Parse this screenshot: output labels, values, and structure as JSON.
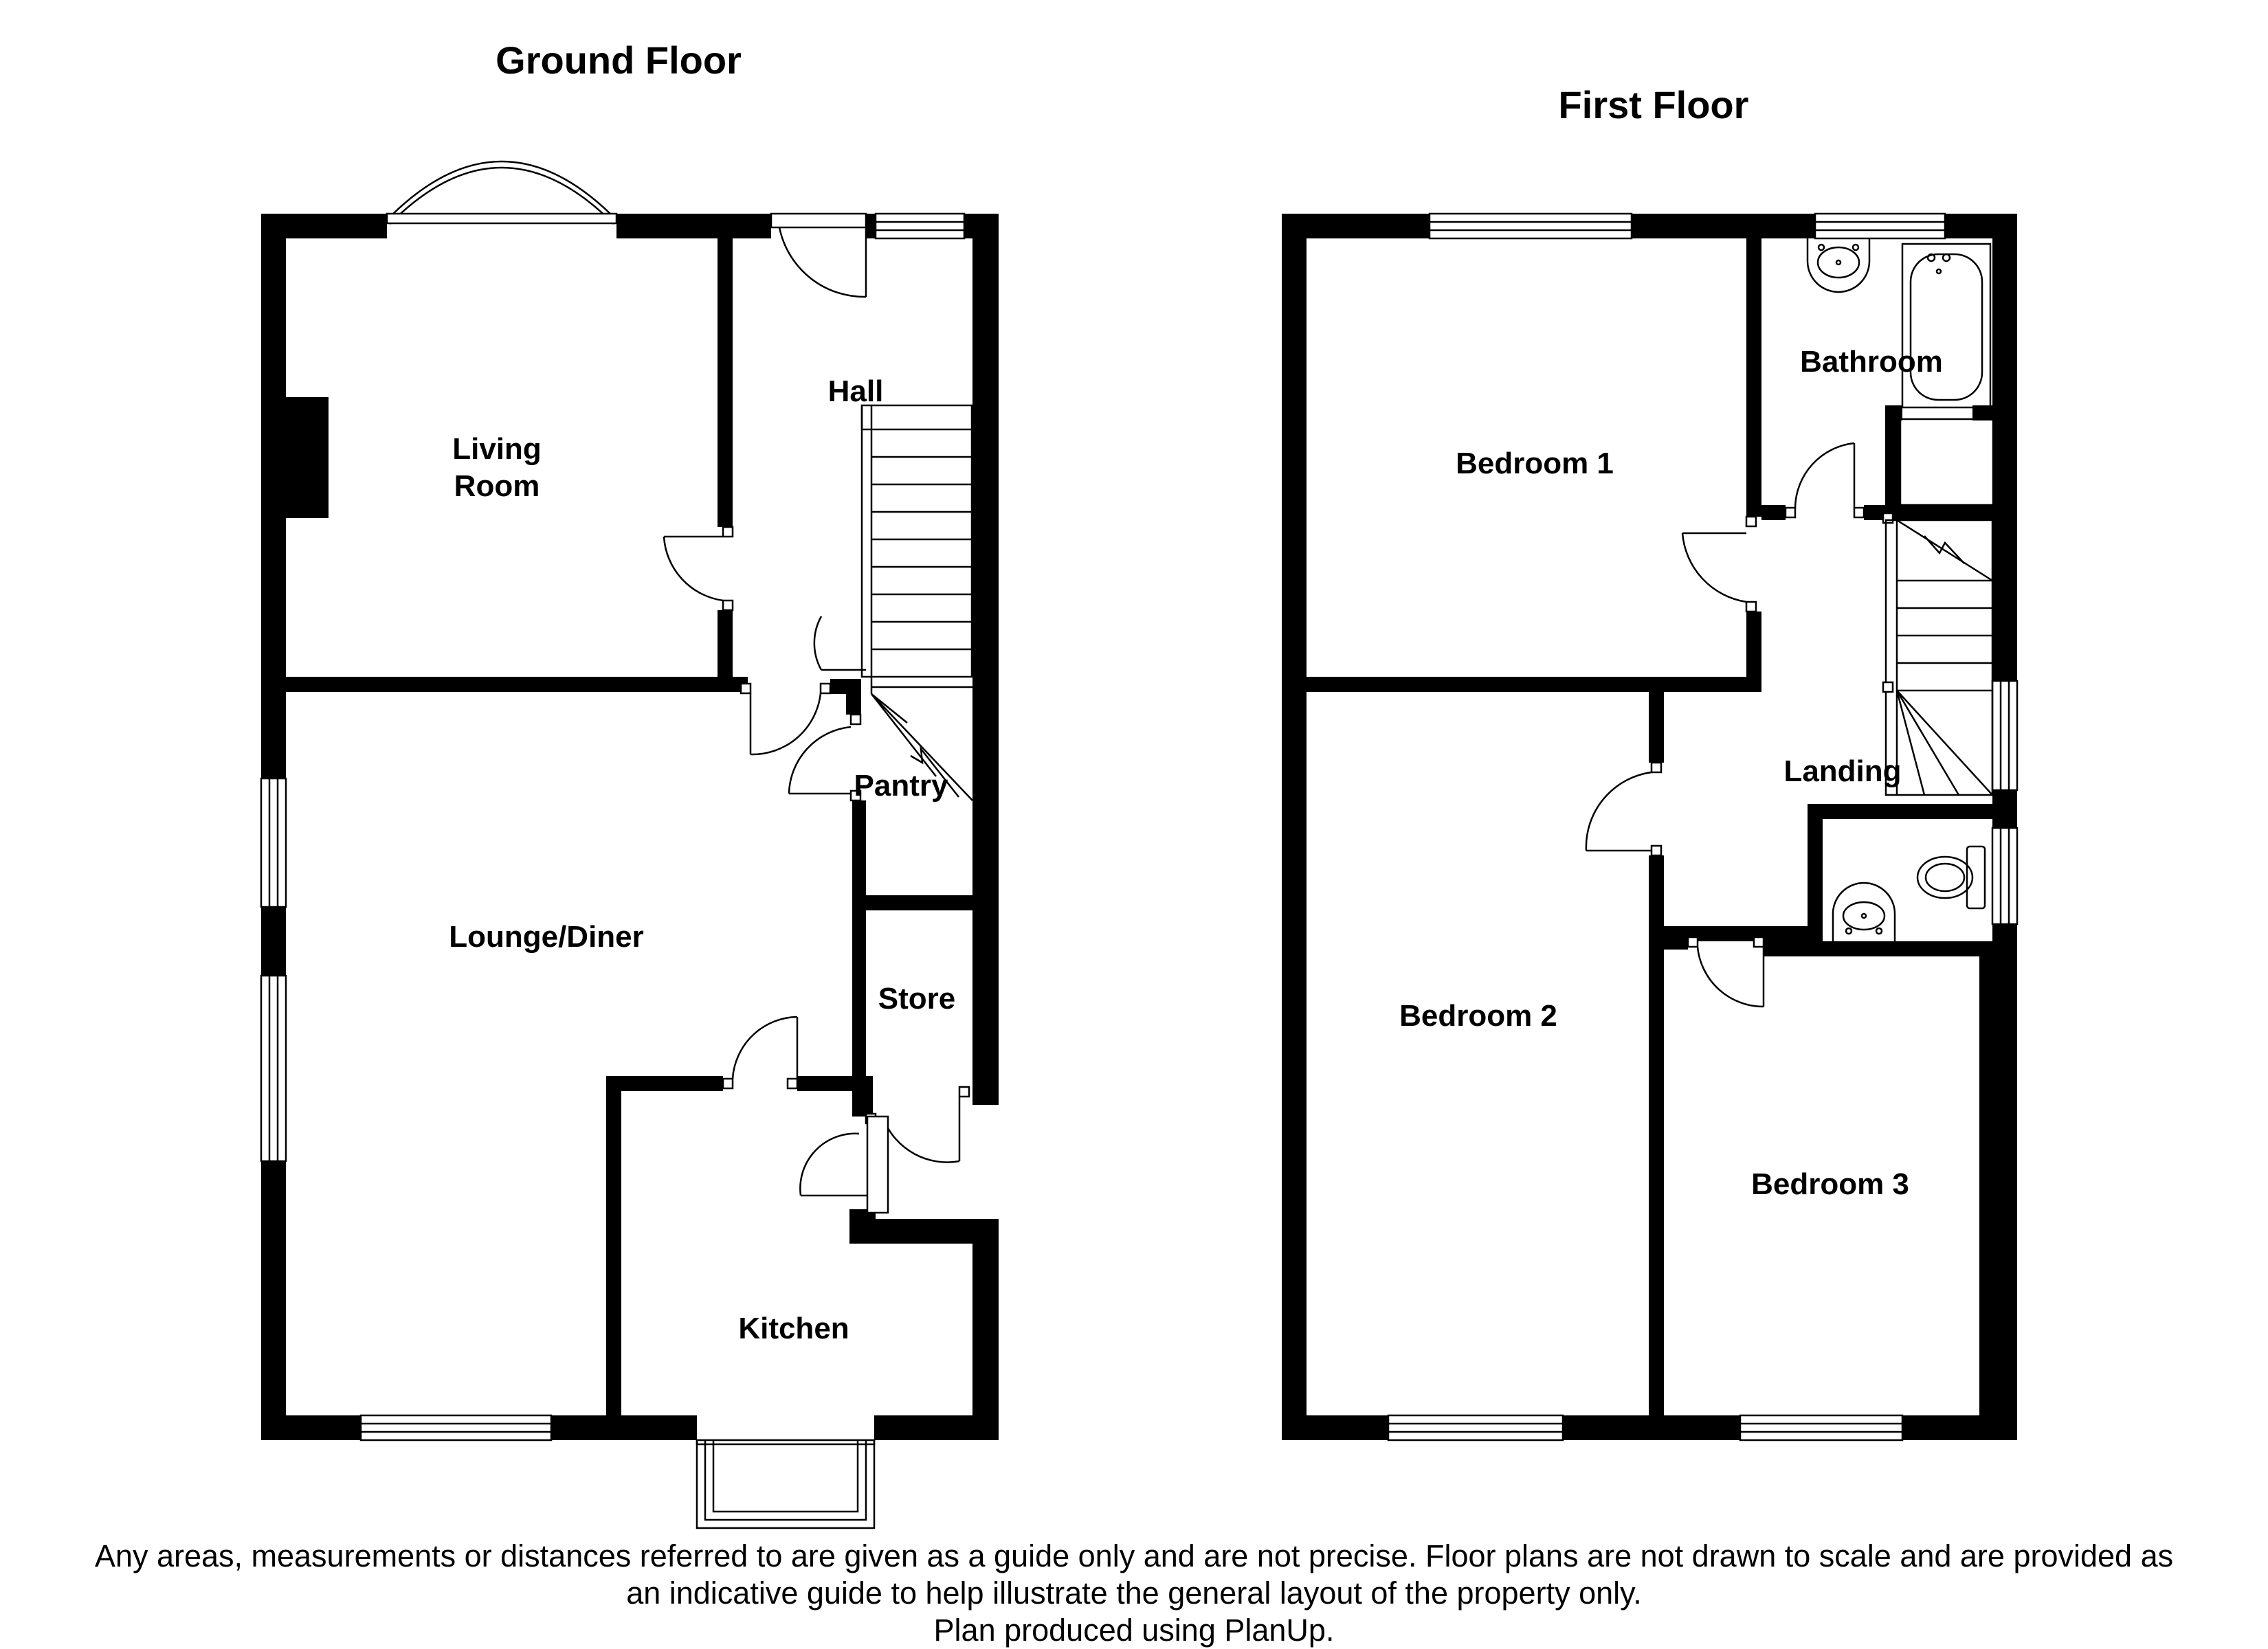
{
  "ground_floor": {
    "title": "Ground Floor",
    "rooms": {
      "living_room": [
        "Living",
        "Room"
      ],
      "hall": "Hall",
      "pantry": "Pantry",
      "lounge_diner": "Lounge/Diner",
      "store": "Store",
      "kitchen": "Kitchen"
    }
  },
  "first_floor": {
    "title": "First Floor",
    "rooms": {
      "bedroom_1": "Bedroom 1",
      "bathroom": "Bathroom",
      "landing": "Landing",
      "bedroom_2": "Bedroom 2",
      "bedroom_3": "Bedroom 3"
    }
  },
  "disclaimer": {
    "line1": "Any areas, measurements or distances referred to are given as a guide only and are not precise. Floor plans are not drawn to scale and are provided as",
    "line2": "an indicative guide to help illustrate the general layout of the property only.",
    "line3": "Plan produced using PlanUp."
  }
}
